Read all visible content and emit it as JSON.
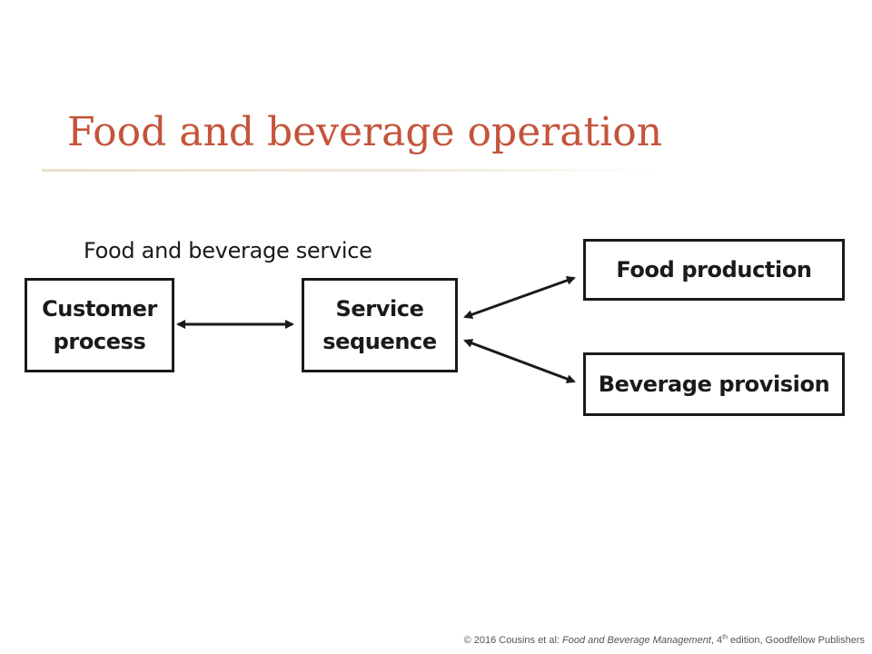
{
  "slide": {
    "title": "Food and beverage operation"
  },
  "diagram": {
    "group_label": "Food and beverage service",
    "nodes": {
      "customer_process": {
        "line1": "Customer",
        "line2": "process"
      },
      "service_sequence": {
        "line1": "Service",
        "line2": "sequence"
      },
      "food_production": {
        "label": "Food production"
      },
      "beverage_provision": {
        "label": "Beverage provision"
      }
    },
    "edges": [
      {
        "from": "customer_process",
        "to": "service_sequence",
        "direction": "both"
      },
      {
        "from": "service_sequence",
        "to": "food_production",
        "direction": "both"
      },
      {
        "from": "service_sequence",
        "to": "beverage_provision",
        "direction": "both"
      }
    ]
  },
  "footer": {
    "copyright_prefix": "© 2016 Cousins et al: ",
    "book_title": "Food and Beverage Management",
    "edition_prefix": ", 4",
    "edition_suffix": "th",
    "edition_rest": " edition, Goodfellow Publishers"
  },
  "colors": {
    "title": "#c4543a",
    "box_border": "#1a1a1a",
    "text": "#1a1a1a"
  }
}
